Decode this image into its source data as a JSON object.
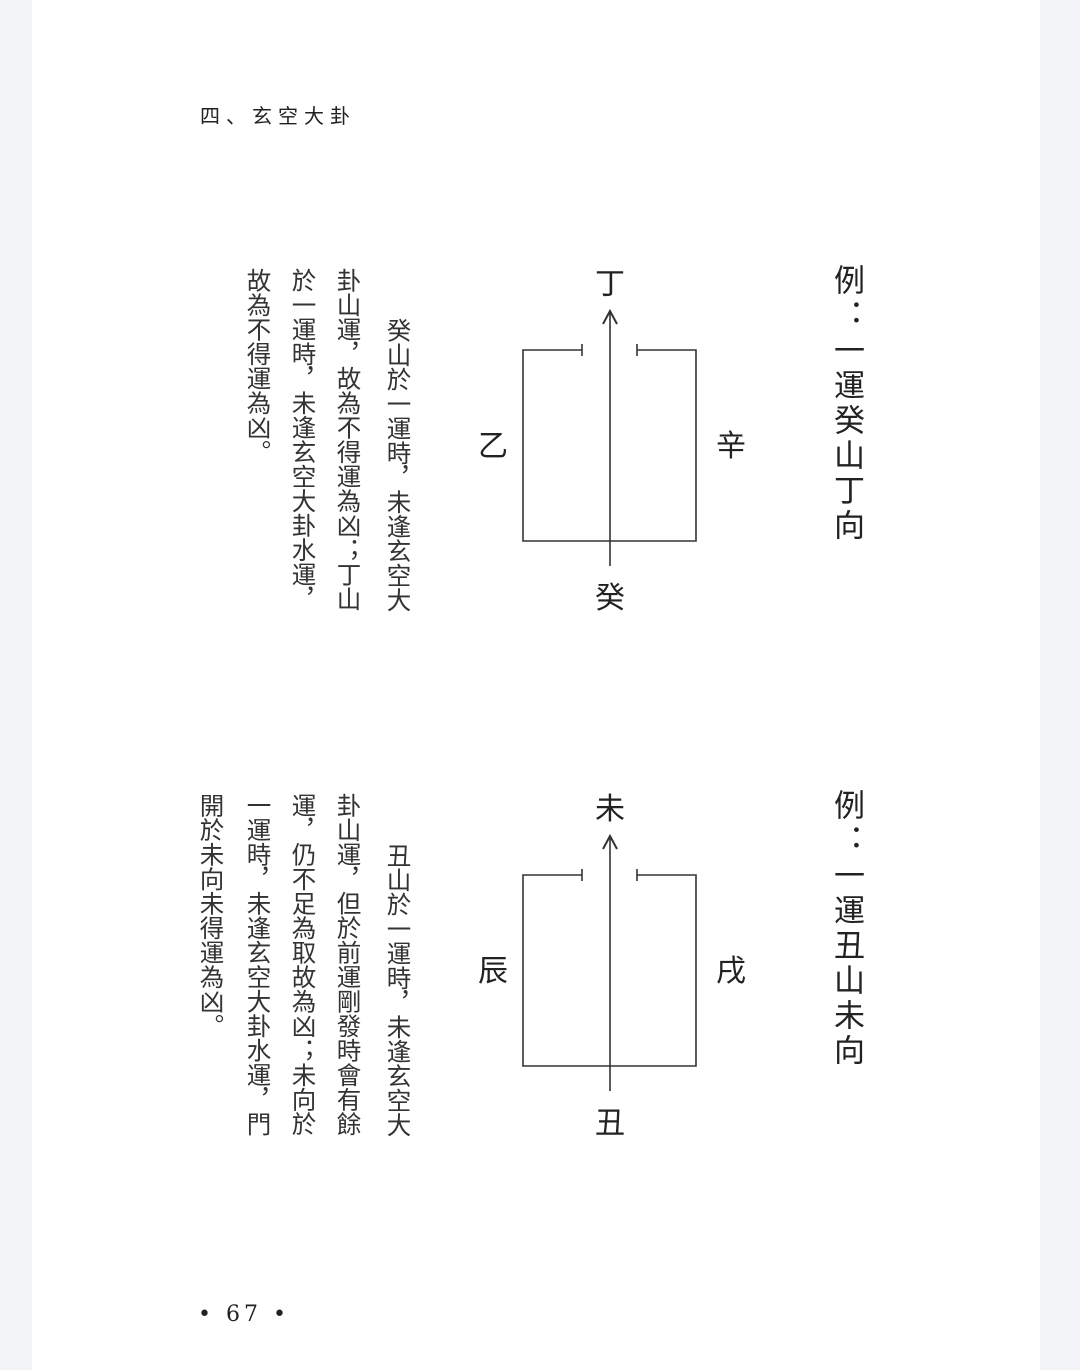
{
  "header": "四、玄空大卦",
  "page_number": "• 67 •",
  "examples": [
    {
      "title": "例：一運癸山丁向",
      "diagram": {
        "top": "丁",
        "bottom": "癸",
        "left": "乙",
        "right": "辛"
      },
      "text_columns": [
        "癸山於一運時，未逢玄空大",
        "卦山運，故為不得運為凶；丁山",
        "於一運時，未逢玄空大卦水運，",
        "故為不得運為凶。"
      ]
    },
    {
      "title": "例：一運丑山未向",
      "diagram": {
        "top": "未",
        "bottom": "丑",
        "left": "辰",
        "right": "戌"
      },
      "text_columns": [
        "丑山於一運時，未逢玄空大",
        "卦山運，但於前運剛發時會有餘",
        "運，仍不足為取故為凶；未向於",
        "一運時，未逢玄空大卦水運，門",
        "開於未向未得運為凶。"
      ]
    }
  ]
}
